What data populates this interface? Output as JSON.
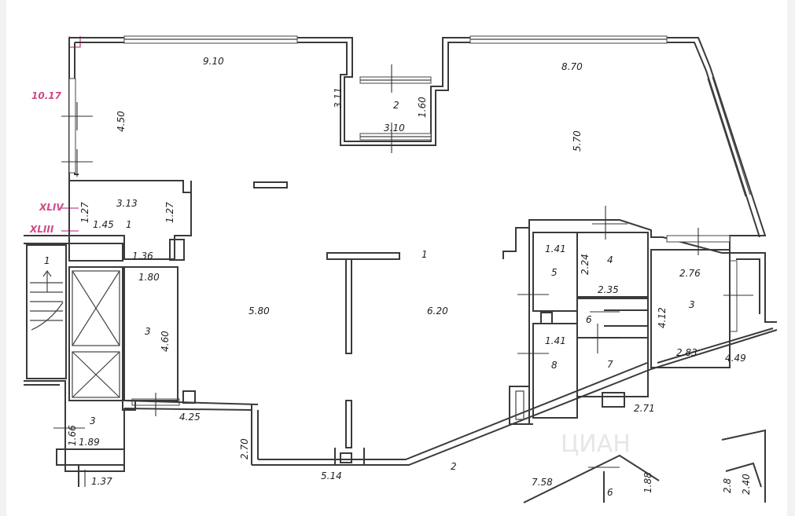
{
  "plan": {
    "watermark": "ЦИАН",
    "room_numbers": {
      "balcony": "2",
      "main_hall": "1",
      "hall_upper_left": "1",
      "left_corridor": "1",
      "room_3_left": "3",
      "room_3_bottom": "3",
      "room_3_right": "3",
      "room_4": "4",
      "room_5": "5",
      "room_6": "6",
      "room_7": "7",
      "room_8": "8",
      "outside_2": "2",
      "bottom_6": "6"
    },
    "dimensions": {
      "top_left_width": "9.10",
      "top_right_width": "8.70",
      "left_wall_height": "4.50",
      "balcony_left": "3.11",
      "balcony_height": "1.60",
      "balcony_width": "3.10",
      "right_upper_height": "5.70",
      "small_room_width": "3.13",
      "left_127": "1.27",
      "right_127": "1.27",
      "width_145": "1.45",
      "width_136": "1.36",
      "width_180": "1.80",
      "height_460": "4.60",
      "height_580": "5.80",
      "height_620": "6.20",
      "room5_width": "1.41",
      "room4_height": "2.24",
      "room6_width": "2.35",
      "room8_width": "1.41",
      "room3r_width": "2.76",
      "room3r_height": "4.12",
      "room3r_bottom": "2.83",
      "outer_449": "4.49",
      "outer_271": "2.71",
      "width_425": "4.25",
      "height_270": "2.70",
      "width_514": "5.14",
      "height_166": "1.66",
      "width_189": "1.89",
      "width_137": "1.37",
      "bottom_758": "7.58",
      "bottom_188": "1.88",
      "bottom_28": "2.8",
      "bottom_240": "2.40"
    },
    "axis_marks": {
      "level": "10.17",
      "axis_xliv": "XLIV",
      "axis_xliii": "XLIII"
    },
    "colors": {
      "walls": "#3a3a3a",
      "axis_marks": "#d04a86",
      "background": "#ffffff",
      "frame": "#f2f2f2"
    }
  }
}
